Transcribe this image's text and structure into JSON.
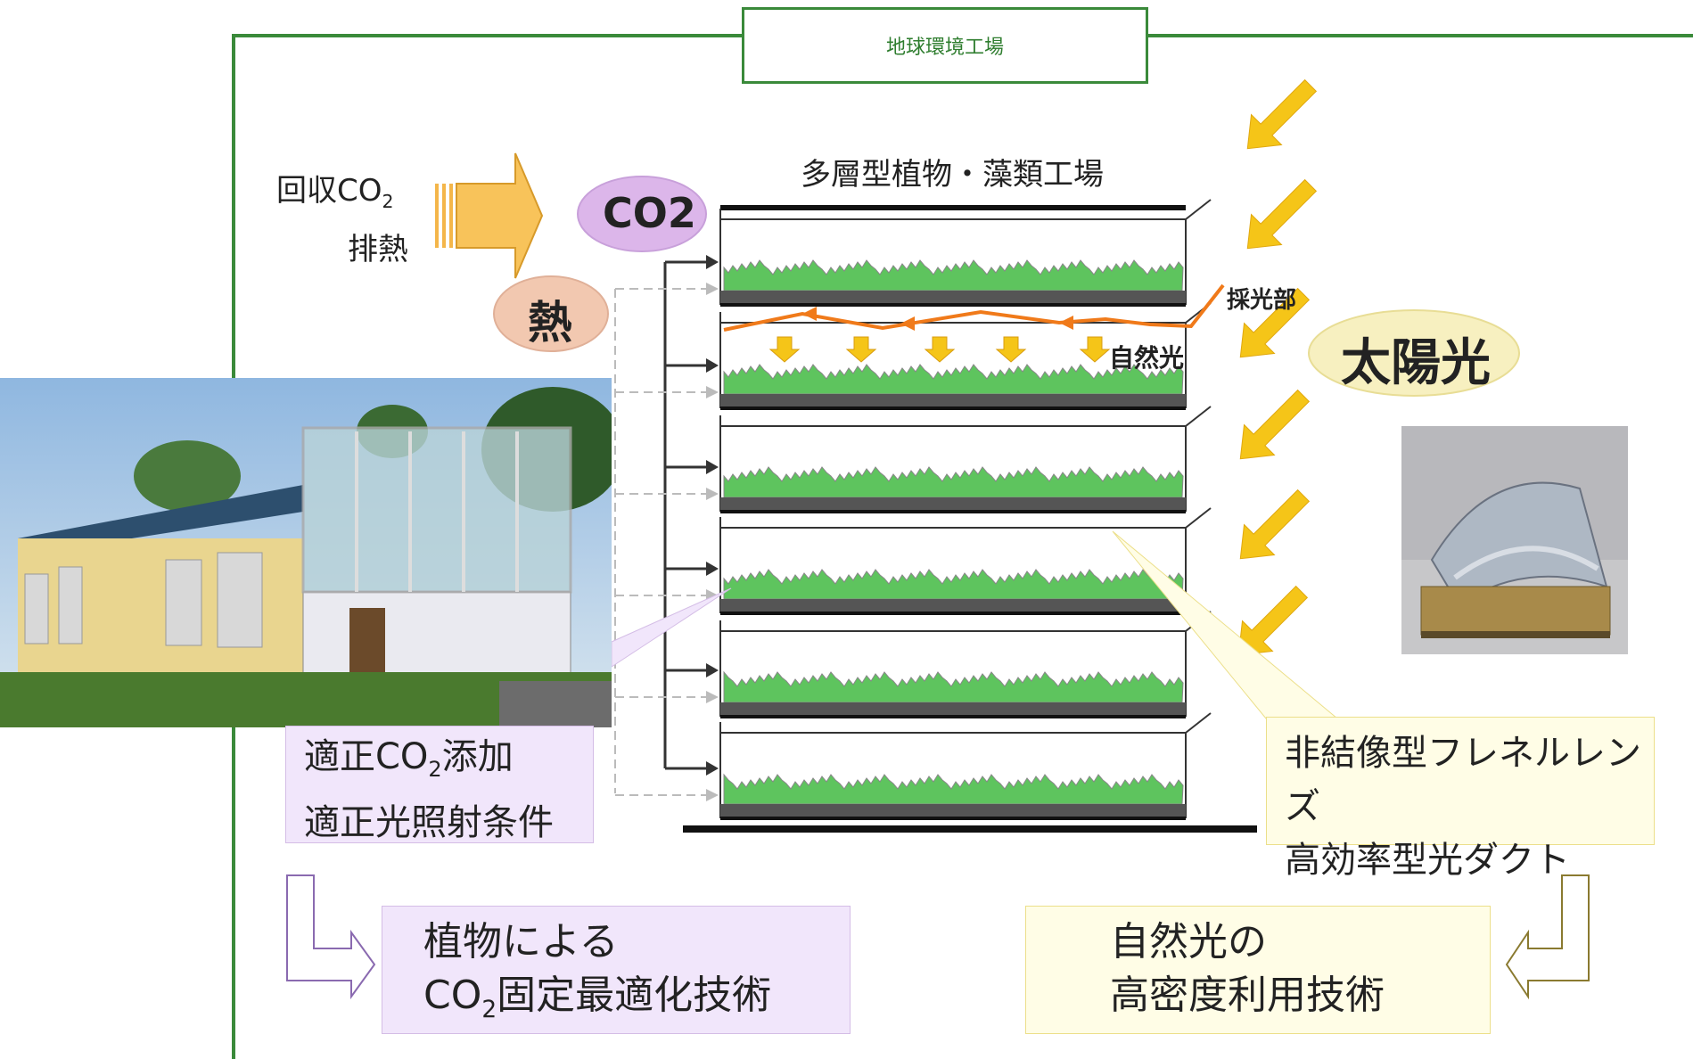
{
  "title": "地球環境工場",
  "factory_label": "多層型植物・藻類工場",
  "input_label_line1_pre": "回収CO",
  "input_label_line1_sub": "2",
  "input_label_line2": "排熱",
  "co2_bubble": "CO2",
  "heat_bubble": "熱",
  "sun_bubble": "太陽光",
  "collector_label": "採光部",
  "natural_light_label": "自然光",
  "left_box": {
    "line1_pre": "適正CO",
    "line1_sub": "2",
    "line1_post": "添加",
    "line2": "適正光照射条件"
  },
  "right_box": {
    "line1": "非結像型フレネルレンズ",
    "line2": "高効率型光ダクト"
  },
  "bottom_left": {
    "line1": "植物による",
    "line2_pre": "CO",
    "line2_sub": "2",
    "line2_post": "固定最適化技術"
  },
  "bottom_right": {
    "line1": "自然光の",
    "line2": "高密度利用技術"
  },
  "colors": {
    "frame_green": "#3a8a3a",
    "sun_arrow": "#f5c518",
    "plant_green": "#5ec45e",
    "duct_orange": "#f07a1a",
    "co2_bubble": "#dcb6ea",
    "heat_bubble": "#f2c8b0",
    "sun_bubble": "#f7f0c0"
  }
}
